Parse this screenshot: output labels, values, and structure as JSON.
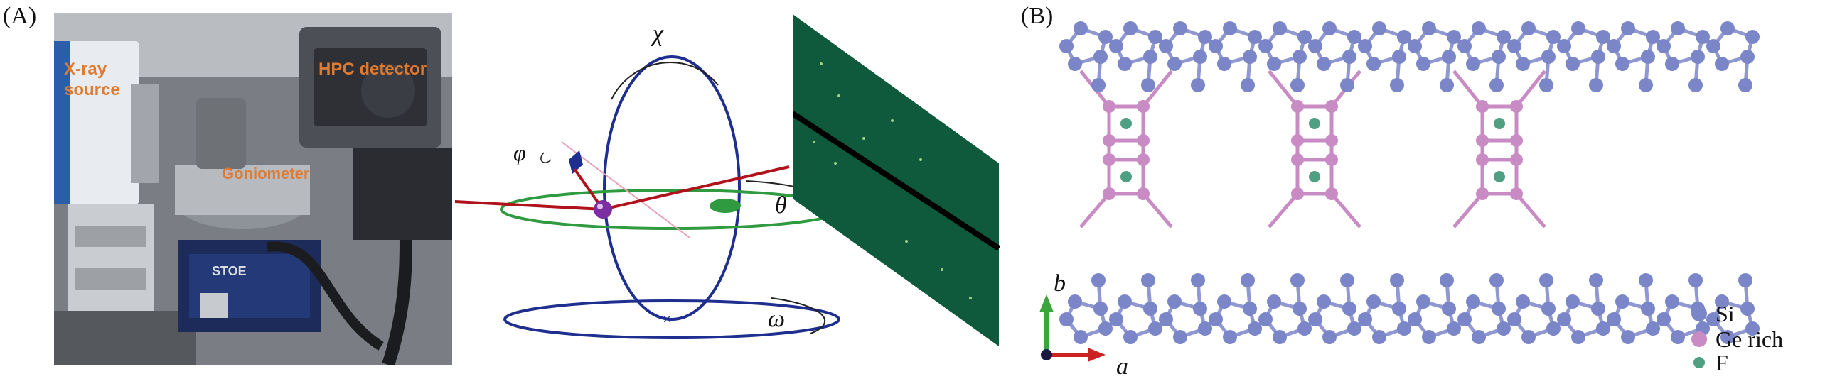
{
  "panel_a": {
    "label": "(A)",
    "photo_labels": {
      "xray_line1": "X-ray",
      "xray_line2": "source",
      "detector": "HPC detector",
      "goniometer": "Goniometer",
      "brand": "STOE"
    },
    "angles": {
      "chi": "χ",
      "phi": "φ",
      "theta": "θ",
      "omega": "ω"
    }
  },
  "panel_b": {
    "label": "(B)",
    "axes": {
      "b": "b",
      "a": "a"
    },
    "legend": [
      {
        "label": "Si",
        "color": "#7b86c8"
      },
      {
        "label": "Ge rich",
        "color": "#c98bc4"
      },
      {
        "label": "F",
        "color": "#4f9f82"
      }
    ]
  },
  "colors": {
    "detector": "#0f5a3c",
    "beam": "#b0121b",
    "ring_blue": "#1f2f8f",
    "ring_green": "#2f9a3f",
    "axis_b": "#3aa53a",
    "axis_a": "#cc2222"
  }
}
